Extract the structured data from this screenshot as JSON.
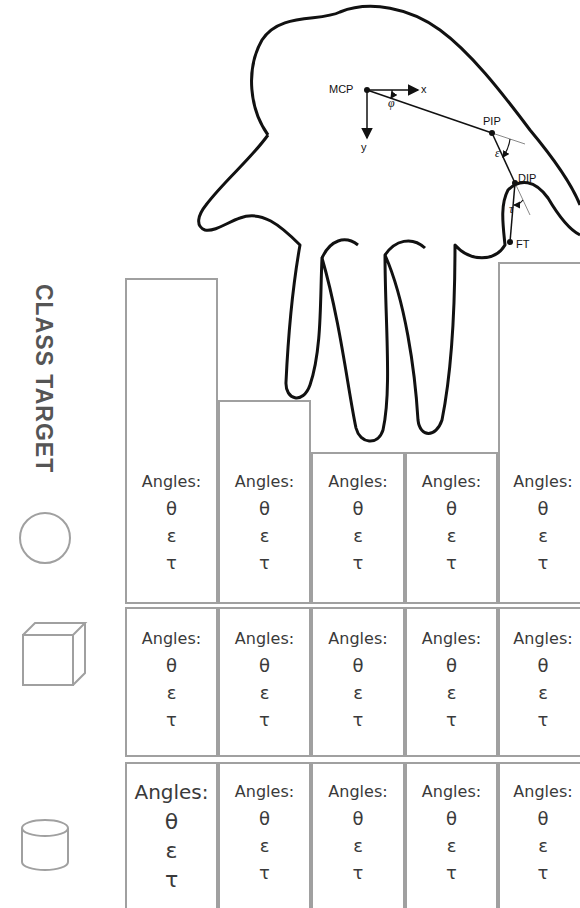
{
  "diagram": {
    "nodes": [
      {
        "text": [
          "Angles:",
          "θ",
          "ε",
          "τ"
        ]
      },
      {
        "text": [
          "Angles:",
          "θ",
          "ε",
          "τ"
        ]
      },
      {
        "text": [
          "Angles:",
          "θ",
          "ε",
          "τ"
        ]
      },
      {
        "text": [
          "Angles:",
          "θ",
          "ε",
          "τ"
        ]
      },
      {
        "text": [
          "Angles:",
          "θ",
          "ε",
          "τ"
        ]
      },
      {
        "text": [
          "Angles:",
          "θ",
          "ε",
          "τ"
        ]
      },
      {
        "text": [
          "Angles:",
          "θ",
          "ε",
          "τ"
        ]
      },
      {
        "text": [
          "Angles:",
          "θ",
          "ε",
          "τ"
        ]
      },
      {
        "text": [
          "Angles:",
          "θ",
          "ε",
          "τ"
        ]
      },
      {
        "text": [
          "Angles:",
          "θ",
          "ε",
          "τ"
        ]
      },
      {
        "text": [
          "Angles:",
          "θ",
          "ε",
          "τ"
        ]
      },
      {
        "text": [
          "Angles:",
          "θ",
          "ε",
          "τ"
        ]
      },
      {
        "text": [
          "Angles:",
          "θ",
          "ε",
          "τ"
        ]
      },
      {
        "text": [
          "Angles:",
          "θ",
          "ε",
          "τ"
        ]
      },
      {
        "text": [
          "Angles:",
          "θ",
          "ε",
          "τ"
        ]
      }
    ],
    "labels": [
      "MCP",
      "x",
      "y",
      "φ",
      "PIP",
      "ε",
      "DIP",
      "τ",
      "FT",
      "CLASS TARGET"
    ]
  }
}
